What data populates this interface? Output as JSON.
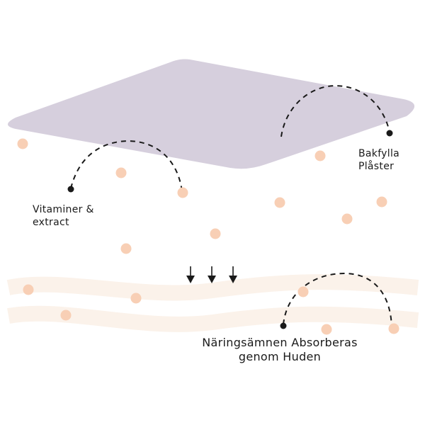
{
  "labels": {
    "vitamins": [
      "Vitaminer &",
      "extract"
    ],
    "refill": [
      "Bakfylla",
      "Plåster"
    ],
    "absorbed": [
      "Näringsämnen Absorberas",
      "genom Huden"
    ]
  },
  "colors": {
    "patch": "#d6cfdd",
    "particle": "#f8cfb5",
    "skin": "#fbf2ea",
    "ink": "#1a1a1a"
  },
  "icons": [
    "down-arrow-icon",
    "down-arrow-icon",
    "down-arrow-icon"
  ]
}
